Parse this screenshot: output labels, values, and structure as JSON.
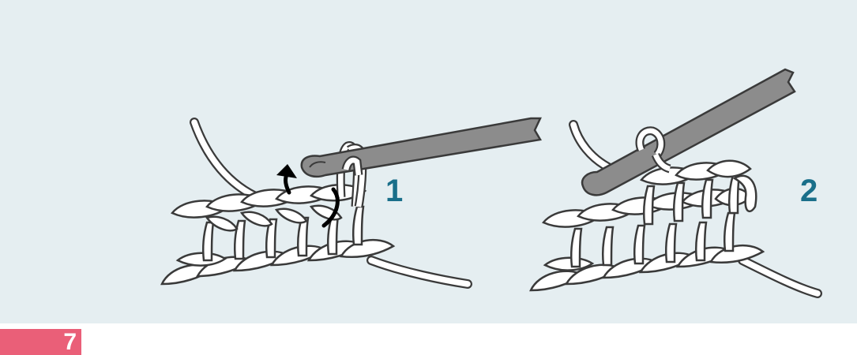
{
  "steps": [
    {
      "number": "1"
    },
    {
      "number": "2"
    }
  ],
  "page_tab": {
    "label": "7"
  },
  "colors": {
    "background": "#e5eef1",
    "yarn_fill": "#ffffff",
    "yarn_outline": "#3a3a3a",
    "hook": "#8c8c8c",
    "step_number": "#1a6f8a",
    "arrow": "#000000",
    "page_tab": "#ea5f78"
  },
  "icons": [
    "crochet-hook-icon",
    "yarn-over-arrow-icon"
  ]
}
